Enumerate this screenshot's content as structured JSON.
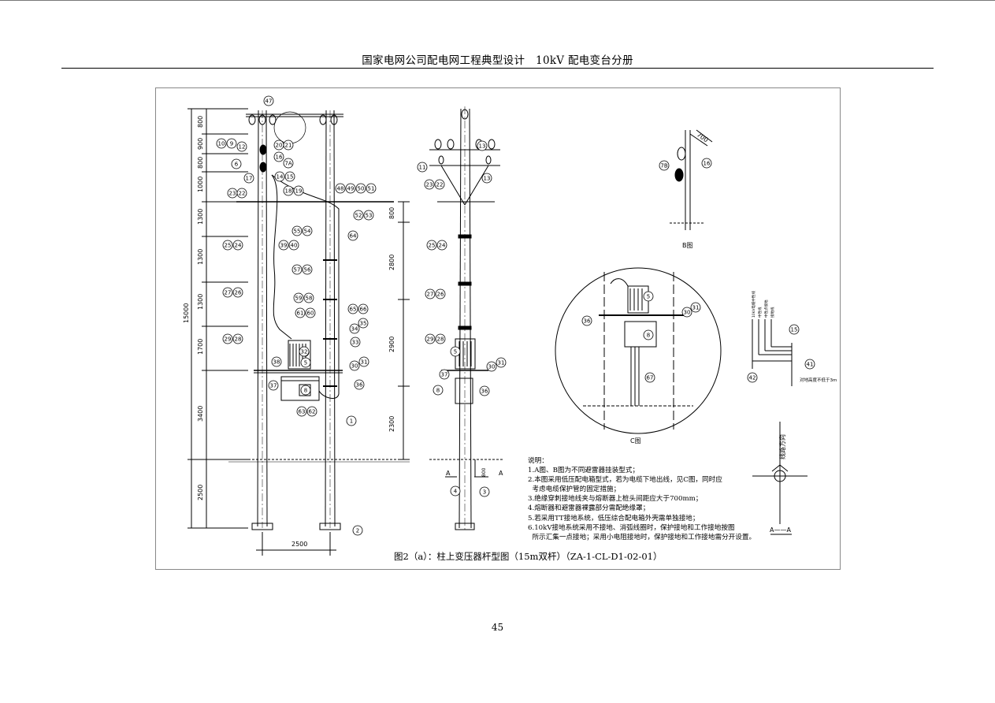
{
  "header": {
    "title": "国家电网公司配电网工程典型设计　10kV 配电变台分册"
  },
  "page_number": "45",
  "figure": {
    "caption": "图2（a）：柱上变压器杆型图（15m双杆）（ZA-1-CL-D1-02-01）",
    "view_b_label": "B图",
    "view_c_label": "C图",
    "section_label": "A——A",
    "section_marker": "A",
    "line_direction_label": "线路方向",
    "ground_height_note": "对地高度不低于3m",
    "dimensions": {
      "total_height": "15000",
      "segments": [
        "800",
        "900",
        "800",
        "1000",
        "1300",
        "1300",
        "1300",
        "1700",
        "3400",
        "2500"
      ],
      "right_segments": [
        "800",
        "2800",
        "2900",
        "2300"
      ],
      "span": "2500",
      "b_angle": "700",
      "embed": "800"
    },
    "callouts": {
      "front_left": [
        "47",
        "10",
        "9",
        "12",
        "6",
        "17",
        "23",
        "22",
        "25",
        "24",
        "27",
        "26",
        "29",
        "28",
        "38",
        "37"
      ],
      "front_mid": [
        "20",
        "21",
        "16",
        "7A",
        "14",
        "15",
        "18",
        "19",
        "32",
        "5",
        "8",
        "63",
        "62"
      ],
      "front_right": [
        "48",
        "49",
        "50",
        "51",
        "52",
        "53",
        "55",
        "54",
        "64",
        "39",
        "40",
        "57",
        "56",
        "59",
        "58",
        "65",
        "66",
        "61",
        "60",
        "34",
        "35",
        "33",
        "30",
        "31",
        "36",
        "1",
        "2"
      ],
      "side_view": [
        "11",
        "13",
        "13",
        "23",
        "22",
        "25",
        "24",
        "27",
        "26",
        "29",
        "28",
        "5",
        "37",
        "30",
        "31",
        "8",
        "36",
        "4",
        "3"
      ],
      "view_b": [
        "7B",
        "16"
      ],
      "view_c": [
        "5",
        "36",
        "30",
        "31",
        "8",
        "67"
      ],
      "legend_box": [
        "15",
        "41",
        "42"
      ]
    },
    "legend_lines": [
      "10kV电缆中性线",
      "中性线",
      "中性点接地",
      "接地线"
    ]
  },
  "notes": {
    "title": "说明：",
    "items": [
      "1.A图、B图为不同避雷器挂装型式；",
      "2.本图采用低压配电箱型式，若为电缆下地出线，见C图，同时应",
      "  考虑电缆保护管的固定措施；",
      "3.绝缘穿刺接地线夹与熔断器上桩头间距应大于700mm；",
      "4.熔断器和避雷器裸露部分需配绝缘罩；",
      "5.若采用TT接地系统，低压综合配电箱外壳需单独接地；",
      "6.10kV接地系统采用不接地、消弧线圈时，保护接地和工作接地按图",
      "  所示汇集一点接地；采用小电阻接地时，保护接地和工作接地需分开设置。"
    ]
  },
  "colors": {
    "line": "#000000",
    "frame": "#888888"
  }
}
